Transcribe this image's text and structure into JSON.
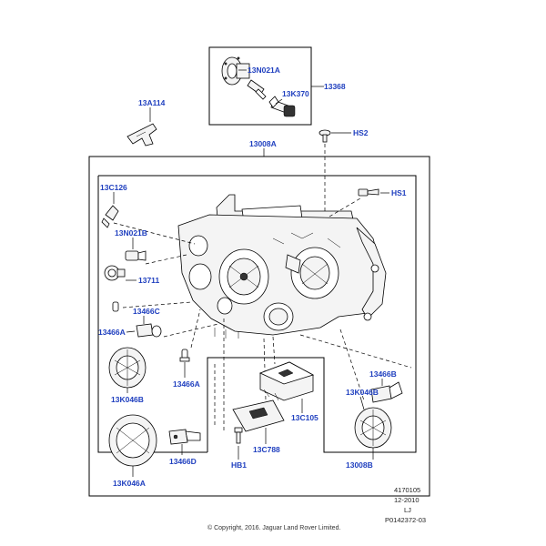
{
  "labels": {
    "l_13N021A": "13N021A",
    "l_13K370": "13K370",
    "l_13368": "13368",
    "l_13A114": "13A114",
    "l_HS2": "HS2",
    "l_13008A": "13008A",
    "l_13C126": "13C126",
    "l_HS1": "HS1",
    "l_13N021B": "13N021B",
    "l_13711": "13711",
    "l_13466C": "13466C",
    "l_13466A_left": "13466A",
    "l_13466A_mid": "13466A",
    "l_13466B": "13466B",
    "l_13K046B_left": "13K046B",
    "l_13K046B_right": "13K046B",
    "l_13C105": "13C105",
    "l_13C788": "13C788",
    "l_HB1": "HB1",
    "l_13466D": "13466D",
    "l_13K046A": "13K046A",
    "l_13008B": "13008B"
  },
  "meta": {
    "ref": "4170105",
    "date": "12-2010",
    "initials": "LJ",
    "code": "P0142372-03",
    "copyright": "© Copyright, 2016. Jaguar Land Rover Limited."
  },
  "colors": {
    "label": "#1f3fbf",
    "line": "#000000",
    "background": "#ffffff"
  }
}
